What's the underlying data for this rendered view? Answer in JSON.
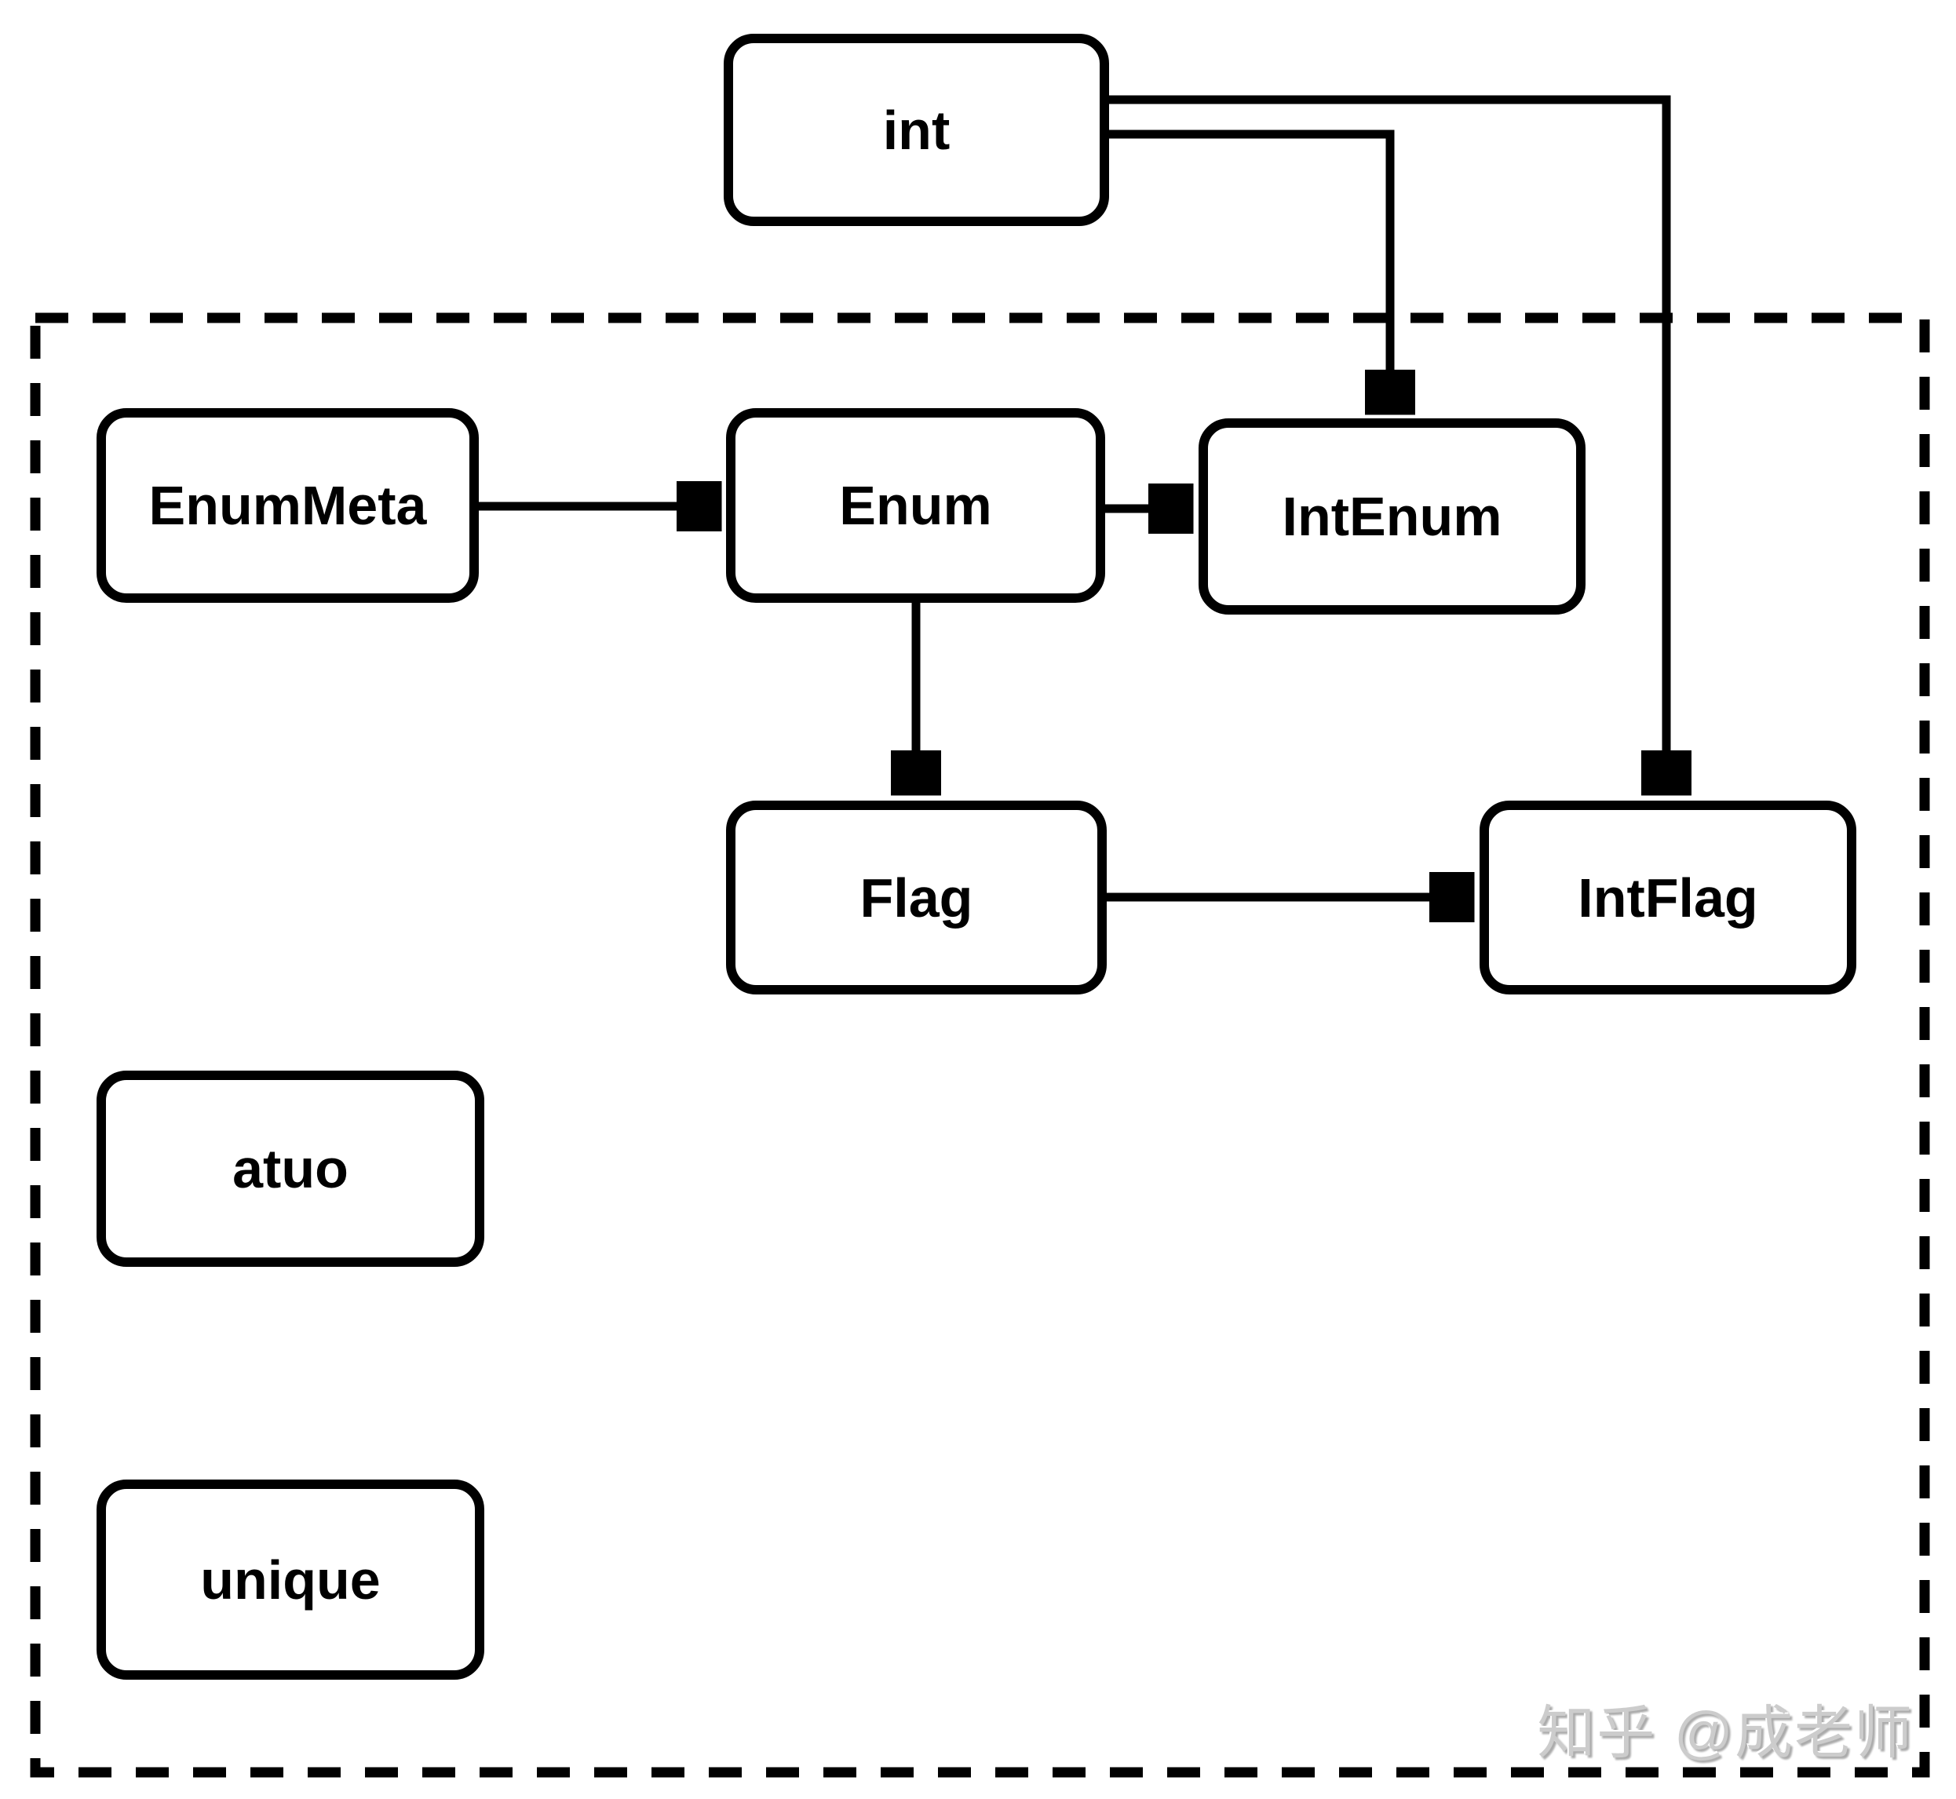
{
  "diagram": {
    "title_hint": "Python enum module class relationships",
    "nodes": {
      "int": {
        "label": "int"
      },
      "enumMeta": {
        "label": "EnumMeta"
      },
      "enum": {
        "label": "Enum"
      },
      "intEnum": {
        "label": "IntEnum"
      },
      "flag": {
        "label": "Flag"
      },
      "intFlag": {
        "label": "IntFlag"
      },
      "atuo": {
        "label": "atuo"
      },
      "unique": {
        "label": "unique"
      }
    },
    "edges": [
      {
        "from": "EnumMeta",
        "to": "Enum"
      },
      {
        "from": "Enum",
        "to": "IntEnum"
      },
      {
        "from": "Enum",
        "to": "Flag"
      },
      {
        "from": "Flag",
        "to": "IntFlag"
      },
      {
        "from": "int",
        "to": "IntEnum"
      },
      {
        "from": "int",
        "to": "IntFlag"
      }
    ],
    "boundary": "dashed-rectangle",
    "watermark": "知乎 @成老师"
  },
  "colors": {
    "line": "#000000",
    "node_fill": "#ffffff",
    "node_border": "#000000",
    "background": "#ffffff",
    "watermark": "#cccccc"
  }
}
